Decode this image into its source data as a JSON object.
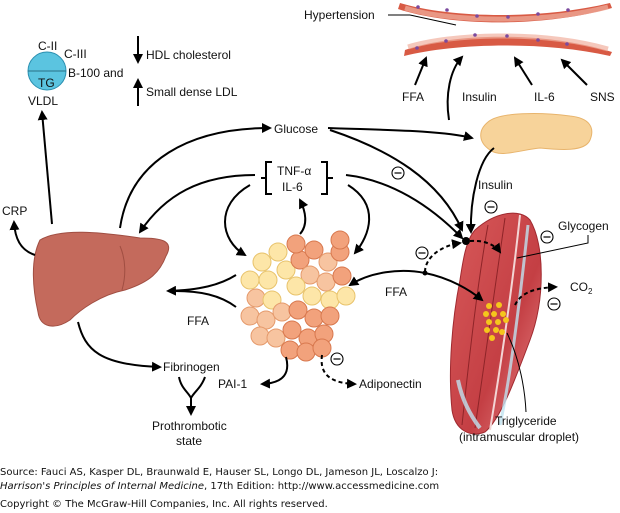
{
  "labels": {
    "hypertension": "Hypertension",
    "ffa_vessel": "FFA",
    "insulin_vessel": "Insulin",
    "il6_vessel": "IL-6",
    "sns": "SNS",
    "c2": "C-II",
    "c3": "C-III",
    "b100": "B-100 and",
    "tg": "TG",
    "vldl": "VLDL",
    "hdl": "HDL cholesterol",
    "ldl": "Small dense LDL",
    "glucose": "Glucose",
    "tnf": "TNF-α",
    "il6": "IL-6",
    "insulin_pancreas": "Insulin",
    "glycogen": "Glycogen",
    "co2": "CO",
    "co2_sub": "2",
    "crp": "CRP",
    "ffa_liver": "FFA",
    "ffa_muscle": "FFA",
    "fibrinogen": "Fibrinogen",
    "pai1": "PAI-1",
    "adiponectin": "Adiponectin",
    "prothrombotic_1": "Prothrombotic",
    "prothrombotic_2": "state",
    "triglyceride_1": "Triglyceride",
    "triglyceride_2": "(intramuscular droplet)"
  },
  "colors": {
    "vldl_fill": "#5bc4e0",
    "liver": "#c46a5c",
    "muscle": "#c8464a",
    "fat_yellow": "#fde6a8",
    "fat_orange": "#f2a27c",
    "pancreas": "#f7d39a",
    "vessel": "#d85a44",
    "droplet": "#f5c61c"
  },
  "footer": {
    "source": "Source: Fauci AS, Kasper DL, Braunwald E, Hauser SL, Longo DL, Jameson JL, Loscalzo J:",
    "book_title": "Harrison's Principles of Internal Medicine",
    "book_rest": ", 17th Edition: http://www.accessmedicine.com",
    "copyright": "Copyright © The McGraw-Hill Companies, Inc. All rights reserved."
  }
}
